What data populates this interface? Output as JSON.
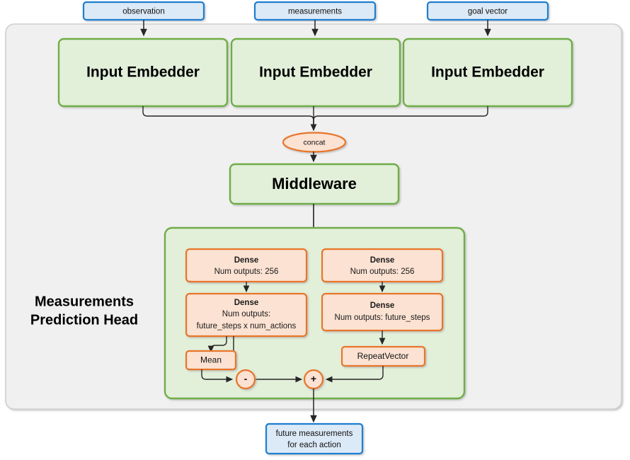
{
  "diagram": {
    "title": "Measurements Prediction Head",
    "colors": {
      "io_fill": "#dce9f7",
      "io_stroke": "#1f7fd0",
      "group_fill": "#f0f0f0",
      "group_stroke": "#cfcfcf",
      "block_fill": "#e2efd9",
      "block_stroke": "#70ad47",
      "op_fill": "#fbe2d2",
      "op_stroke": "#e8762c",
      "arrow": "#262626",
      "background": "#ffffff"
    },
    "inputs": [
      {
        "label": "observation"
      },
      {
        "label": "measurements"
      },
      {
        "label": "goal vector"
      }
    ],
    "embedders": [
      {
        "label": "Input Embedder"
      },
      {
        "label": "Input Embedder"
      },
      {
        "label": "Input Embedder"
      }
    ],
    "concat": {
      "label": "concat"
    },
    "middleware": {
      "label": "Middleware"
    },
    "head": {
      "title_line1": "Measurements",
      "title_line2": "Prediction Head",
      "dense_left_top": {
        "line1": "Dense",
        "line2": "Num outputs: 256"
      },
      "dense_right_top": {
        "line1": "Dense",
        "line2": "Num outputs: 256"
      },
      "dense_left_bottom": {
        "line1": "Dense",
        "line2": "Num outputs:",
        "line3": "future_steps x num_actions"
      },
      "dense_right_bottom": {
        "line1": "Dense",
        "line2": "Num outputs: future_steps"
      },
      "mean": {
        "label": "Mean"
      },
      "repeat_vector": {
        "label": "RepeatVector"
      },
      "subtract_op": {
        "label": "-"
      },
      "add_op": {
        "label": "+"
      }
    },
    "output": {
      "line1": "future measurements",
      "line2": "for each action"
    }
  }
}
